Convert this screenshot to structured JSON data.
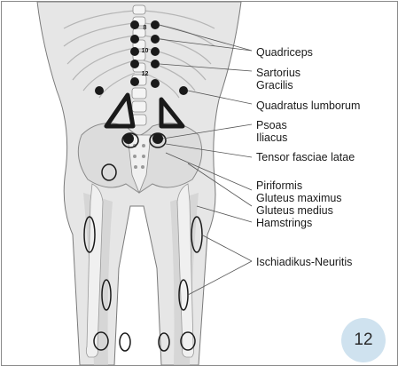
{
  "figure": {
    "vertebra_labels": [
      "8",
      "10",
      "12"
    ],
    "muscle_labels": [
      "Quadriceps",
      "Sartorius",
      "Gracilis",
      "Quadratus lumborum",
      "Psoas",
      "Iliacus",
      "Tensor fasciae latae",
      "Piriformis",
      "Gluteus maximus",
      "Gluteus medius",
      "Hamstrings",
      "Ischiadikus-Neuritis"
    ],
    "page_number": "12"
  },
  "colors": {
    "skin": "#e6e6e6",
    "skin_shadow": "#c8c8c8",
    "outline": "#6a6a6a",
    "point": "#1a1a1a",
    "badge": "#cfe2ef"
  }
}
